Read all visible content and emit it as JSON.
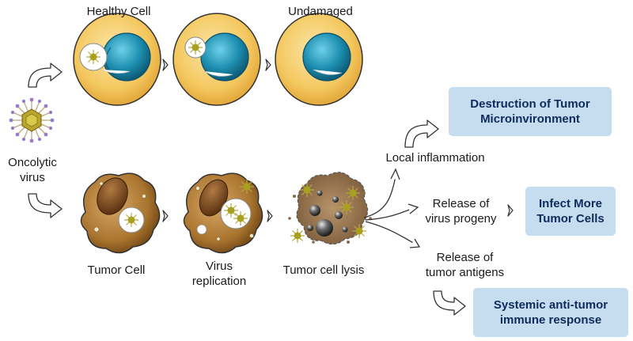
{
  "labels": {
    "healthy_cell": "Healthy Cell",
    "undamaged": "Undamaged",
    "oncolytic_virus_1": "Oncolytic",
    "oncolytic_virus_2": "virus",
    "tumor_cell": "Tumor Cell",
    "virus_replication_1": "Virus",
    "virus_replication_2": "replication",
    "tumor_cell_lysis": "Tumor cell lysis",
    "local_inflammation": "Local inflammation",
    "release_progeny_1": "Release of",
    "release_progeny_2": "virus progeny",
    "release_antigens_1": "Release of",
    "release_antigens_2": "tumor antigens"
  },
  "outcomes": {
    "destruction_1": "Destruction of Tumor",
    "destruction_2": "Microinvironment",
    "infect_1": "Infect More",
    "infect_2": "Tumor Cells",
    "immune_1": "Systemic anti-tumor",
    "immune_2": "immune response"
  },
  "colors": {
    "healthy_cytoplasm": "#f4c860",
    "nucleus": "#1d8fb0",
    "tumor_cytoplasm": "#a8742e",
    "virus": "#a8a01e",
    "outcome_box": "#c6dcef",
    "outcome_text": "#0f2b5c"
  }
}
